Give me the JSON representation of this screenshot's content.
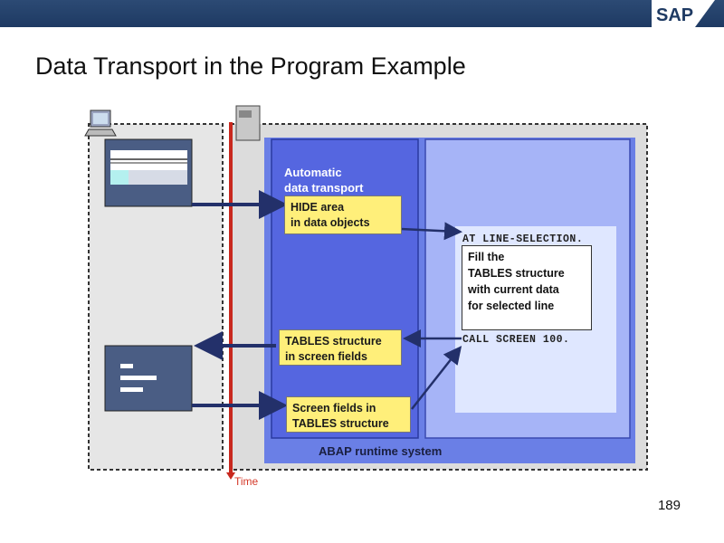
{
  "header": {
    "logo_text": "SAP"
  },
  "title": "Data Transport in the Program Example",
  "page_number": "189",
  "diagram": {
    "auto_transport_label": "Automatic\ndata transport",
    "hide_area": "HIDE area\nin data objects",
    "tables_structure": "TABLES structure\nin screen fields",
    "screen_fields": "Screen fields in\nTABLES structure",
    "at_line_selection": "AT LINE-SELECTION.",
    "fill_tables": "Fill the\nTABLES structure\nwith current data\nfor selected line",
    "call_screen": "CALL SCREEN 100.",
    "runtime_label": "ABAP runtime system",
    "time_label": "Time"
  }
}
